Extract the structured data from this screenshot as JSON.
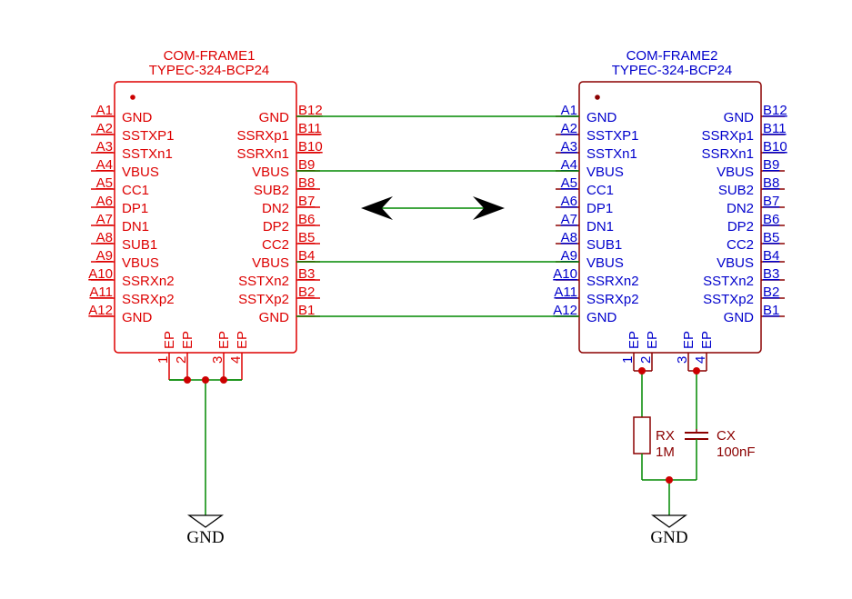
{
  "colors": {
    "frame1": "#dd0000",
    "frame2": "#0000cc",
    "body2": "#8b0000",
    "wire": "#008800",
    "junction": "#cc0000",
    "passive": "#8b0000",
    "ground": "#000000"
  },
  "frame1": {
    "name": "COM-FRAME1",
    "value": "TYPEC-324-BCP24",
    "left_pins": [
      {
        "num": "A1",
        "name": "GND"
      },
      {
        "num": "A2",
        "name": "SSTXP1"
      },
      {
        "num": "A3",
        "name": "SSTXn1"
      },
      {
        "num": "A4",
        "name": "VBUS"
      },
      {
        "num": "A5",
        "name": "CC1"
      },
      {
        "num": "A6",
        "name": "DP1"
      },
      {
        "num": "A7",
        "name": "DN1"
      },
      {
        "num": "A8",
        "name": "SUB1"
      },
      {
        "num": "A9",
        "name": "VBUS"
      },
      {
        "num": "A10",
        "name": "SSRXn2"
      },
      {
        "num": "A11",
        "name": "SSRXp2"
      },
      {
        "num": "A12",
        "name": "GND"
      }
    ],
    "right_pins": [
      {
        "num": "B12",
        "name": "GND"
      },
      {
        "num": "B11",
        "name": "SSRXp1"
      },
      {
        "num": "B10",
        "name": "SSRXn1"
      },
      {
        "num": "B9",
        "name": "VBUS"
      },
      {
        "num": "B8",
        "name": "SUB2"
      },
      {
        "num": "B7",
        "name": "DN2"
      },
      {
        "num": "B6",
        "name": "DP2"
      },
      {
        "num": "B5",
        "name": "CC2"
      },
      {
        "num": "B4",
        "name": "VBUS"
      },
      {
        "num": "B3",
        "name": "SSTXn2"
      },
      {
        "num": "B2",
        "name": "SSTXp2"
      },
      {
        "num": "B1",
        "name": "GND"
      }
    ],
    "bottom_pins": [
      {
        "num": "1",
        "name": "EP"
      },
      {
        "num": "2",
        "name": "EP"
      },
      {
        "num": "3",
        "name": "EP"
      },
      {
        "num": "4",
        "name": "EP"
      }
    ]
  },
  "frame2": {
    "name": "COM-FRAME2",
    "value": "TYPEC-324-BCP24",
    "left_pins": [
      {
        "num": "A1",
        "name": "GND"
      },
      {
        "num": "A2",
        "name": "SSTXP1"
      },
      {
        "num": "A3",
        "name": "SSTXn1"
      },
      {
        "num": "A4",
        "name": "VBUS"
      },
      {
        "num": "A5",
        "name": "CC1"
      },
      {
        "num": "A6",
        "name": "DP1"
      },
      {
        "num": "A7",
        "name": "DN1"
      },
      {
        "num": "A8",
        "name": "SUB1"
      },
      {
        "num": "A9",
        "name": "VBUS"
      },
      {
        "num": "A10",
        "name": "SSRXn2"
      },
      {
        "num": "A11",
        "name": "SSRXp2"
      },
      {
        "num": "A12",
        "name": "GND"
      }
    ],
    "right_pins": [
      {
        "num": "B12",
        "name": "GND"
      },
      {
        "num": "B11",
        "name": "SSRXp1"
      },
      {
        "num": "B10",
        "name": "SSRXn1"
      },
      {
        "num": "B9",
        "name": "VBUS"
      },
      {
        "num": "B8",
        "name": "SUB2"
      },
      {
        "num": "B7",
        "name": "DN2"
      },
      {
        "num": "B6",
        "name": "DP2"
      },
      {
        "num": "B5",
        "name": "CC2"
      },
      {
        "num": "B4",
        "name": "VBUS"
      },
      {
        "num": "B3",
        "name": "SSTXn2"
      },
      {
        "num": "B2",
        "name": "SSTXp2"
      },
      {
        "num": "B1",
        "name": "GND"
      }
    ],
    "bottom_pins": [
      {
        "num": "1",
        "name": "EP"
      },
      {
        "num": "2",
        "name": "EP"
      },
      {
        "num": "3",
        "name": "EP"
      },
      {
        "num": "4",
        "name": "EP"
      }
    ]
  },
  "rx": {
    "name": "RX",
    "value": "1M"
  },
  "cx": {
    "name": "CX",
    "value": "100nF"
  },
  "gnd_left": "GND",
  "gnd_right": "GND"
}
